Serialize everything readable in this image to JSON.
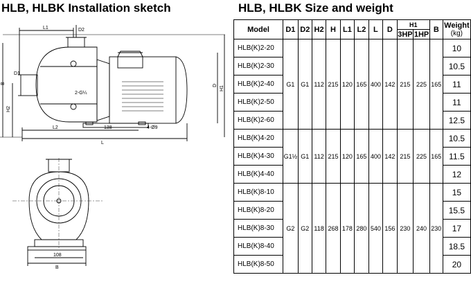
{
  "titles": {
    "sketch": "HLB, HLBK Installation sketch",
    "table": "HLB, HLBK Size and weight"
  },
  "drawing": {
    "labels": {
      "l1": "L1",
      "d2": "D2",
      "d1": "D1",
      "b": "B",
      "h2": "H2",
      "two_g": "2-G¼",
      "d": "D",
      "h1": "H1",
      "l2": "L2",
      "dim138": "138",
      "holes": "4-Ø9",
      "l": "L",
      "dim108": "108",
      "b_bottom": "B"
    }
  },
  "table": {
    "headers": {
      "model": "Model",
      "d1": "D1",
      "d2": "D2",
      "h2": "H2",
      "h": "H",
      "l1": "L1",
      "l2": "L2",
      "l": "L",
      "d": "D",
      "h1": "H1",
      "h1_3hp": "3HP",
      "h1_1hp": "1HP",
      "b": "B",
      "weight": "Weight",
      "weight_unit": "(kg)"
    },
    "groups": [
      {
        "d1": "G1",
        "d2": "G1",
        "h2": "112",
        "h": "215",
        "l1": "120",
        "l2": "165",
        "l": "400",
        "d": "142",
        "h1_3hp": "215",
        "h1_1hp": "225",
        "b": "165",
        "models": [
          {
            "name": "HLB(K)2-20",
            "weight": "10"
          },
          {
            "name": "HLB(K)2-30",
            "weight": "10.5"
          },
          {
            "name": "HLB(K)2-40",
            "weight": "11"
          },
          {
            "name": "HLB(K)2-50",
            "weight": "11"
          },
          {
            "name": "HLB(K)2-60",
            "weight": "12.5"
          }
        ]
      },
      {
        "d1": "G1½",
        "d2": "G1",
        "h2": "112",
        "h": "215",
        "l1": "120",
        "l2": "165",
        "l": "400",
        "d": "142",
        "h1_3hp": "215",
        "h1_1hp": "225",
        "b": "165",
        "models": [
          {
            "name": "HLB(K)4-20",
            "weight": "10.5"
          },
          {
            "name": "HLB(K)4-30",
            "weight": "11.5"
          },
          {
            "name": "HLB(K)4-40",
            "weight": "12"
          }
        ]
      },
      {
        "d1": "G2",
        "d2": "G2",
        "h2": "118",
        "h": "268",
        "l1": "178",
        "l2": "280",
        "l": "540",
        "d": "156",
        "h1_3hp": "230",
        "h1_1hp": "240",
        "b": "230",
        "models": [
          {
            "name": "HLB(K)8-10",
            "weight": "15"
          },
          {
            "name": "HLB(K)8-20",
            "weight": "15.5"
          },
          {
            "name": "HLB(K)8-30",
            "weight": "17"
          },
          {
            "name": "HLB(K)8-40",
            "weight": "18.5"
          },
          {
            "name": "HLB(K)8-50",
            "weight": "20"
          }
        ]
      }
    ]
  }
}
